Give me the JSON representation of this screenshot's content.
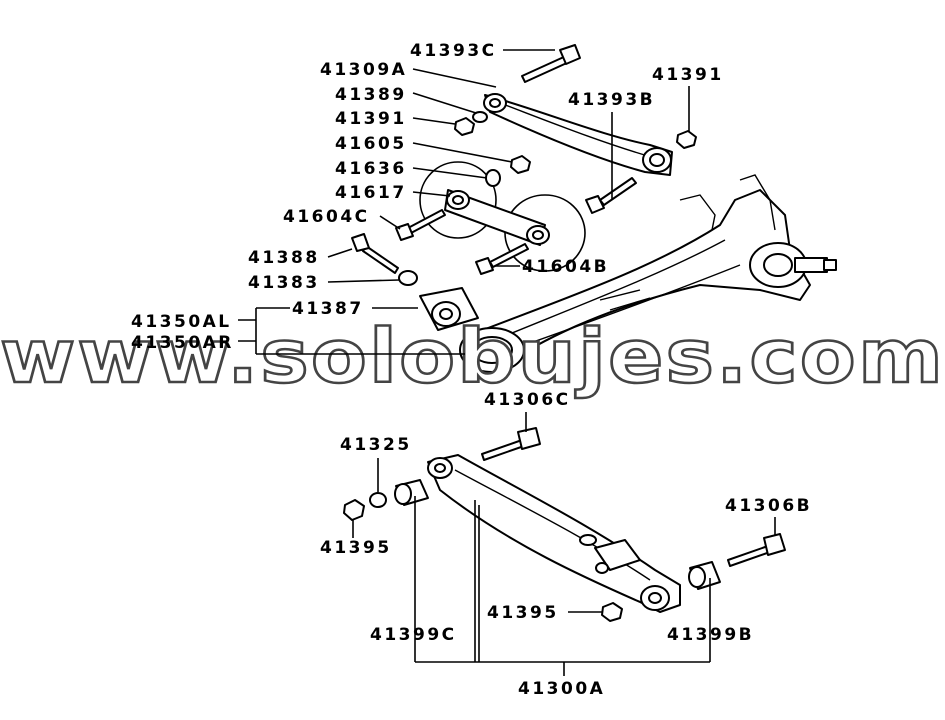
{
  "watermark": "www.solobujes.com",
  "labels": {
    "p41393C": "41393C",
    "p41309A": "41309A",
    "p41389": "41389",
    "p41391_left": "41391",
    "p41605": "41605",
    "p41636": "41636",
    "p41617": "41617",
    "p41604C": "41604C",
    "p41388": "41388",
    "p41383": "41383",
    "p41387": "41387",
    "p41350AL": "41350AL",
    "p41350AR": "41350AR",
    "p41391_right": "41391",
    "p41393B": "41393B",
    "p41604B": "41604B",
    "p41306C": "41306C",
    "p41325": "41325",
    "p41395_left": "41395",
    "p41306B": "41306B",
    "p41395_bottom": "41395",
    "p41399C": "41399C",
    "p41399B": "41399B",
    "p41300A": "41300A"
  }
}
